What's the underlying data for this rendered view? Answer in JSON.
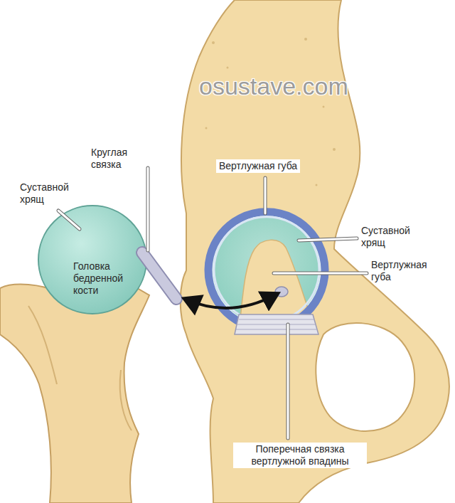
{
  "diagram": {
    "labels": [
      "osustave.com",
      "Круглая связка",
      "Суставной хрящ",
      "Головка бедренной кости",
      "Вертлужная губа",
      "Суставной хрящ",
      "Вертлужная губа",
      "Поперечная связка вертлужной впадины"
    ]
  }
}
